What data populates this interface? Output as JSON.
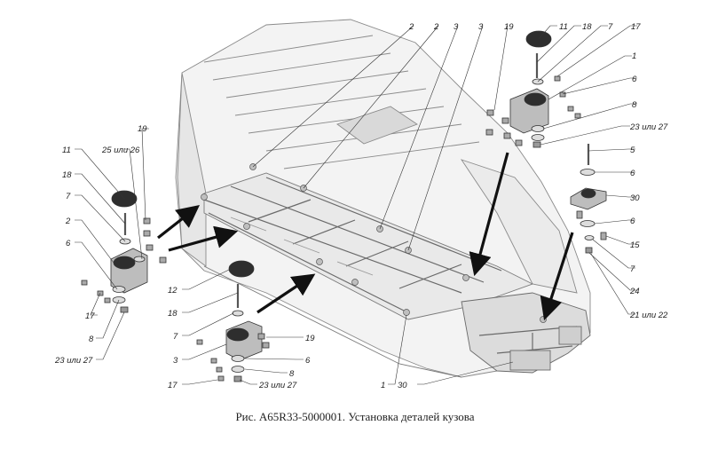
{
  "caption": "Рис. А65R33-5000001. Установка деталей кузова",
  "callouts": [
    {
      "id": "c-2a",
      "text": "2"
    },
    {
      "id": "c-2b",
      "text": "2"
    },
    {
      "id": "c-3a",
      "text": "3"
    },
    {
      "id": "c-3b",
      "text": "3"
    },
    {
      "id": "c-19-top",
      "text": "19"
    },
    {
      "id": "c-11-top",
      "text": "11"
    },
    {
      "id": "c-18-top",
      "text": "18"
    },
    {
      "id": "c-7-top",
      "text": "7"
    },
    {
      "id": "c-17-top",
      "text": "17"
    },
    {
      "id": "c-1-top",
      "text": "1"
    },
    {
      "id": "c-6-top",
      "text": "6"
    },
    {
      "id": "c-8-top",
      "text": "8"
    },
    {
      "id": "c-23-27-top",
      "text": "23 или 27"
    },
    {
      "id": "c-5-right",
      "text": "5"
    },
    {
      "id": "c-6-right-a",
      "text": "6"
    },
    {
      "id": "c-30-right",
      "text": "30"
    },
    {
      "id": "c-6-right-b",
      "text": "6"
    },
    {
      "id": "c-15-right",
      "text": "15"
    },
    {
      "id": "c-7-right",
      "text": "7"
    },
    {
      "id": "c-24-right",
      "text": "24"
    },
    {
      "id": "c-21-22-right",
      "text": "21 или 22"
    },
    {
      "id": "c-19-left",
      "text": "19"
    },
    {
      "id": "c-25-26-left",
      "text": "25 или 26"
    },
    {
      "id": "c-11-left",
      "text": "11"
    },
    {
      "id": "c-18-left",
      "text": "18"
    },
    {
      "id": "c-7-left",
      "text": "7"
    },
    {
      "id": "c-2-left",
      "text": "2"
    },
    {
      "id": "c-6-left",
      "text": "6"
    },
    {
      "id": "c-17-left",
      "text": "17"
    },
    {
      "id": "c-8-left",
      "text": "8"
    },
    {
      "id": "c-23-27-left",
      "text": "23 или 27"
    },
    {
      "id": "c-12-bottom",
      "text": "12"
    },
    {
      "id": "c-18-bottom",
      "text": "18"
    },
    {
      "id": "c-7-bottom",
      "text": "7"
    },
    {
      "id": "c-19-bottom",
      "text": "19"
    },
    {
      "id": "c-3-bottom",
      "text": "3"
    },
    {
      "id": "c-6-bottom",
      "text": "6"
    },
    {
      "id": "c-8-bottom",
      "text": "8"
    },
    {
      "id": "c-17-bottom",
      "text": "17"
    },
    {
      "id": "c-23-27-bottom",
      "text": "23 или 27"
    },
    {
      "id": "c-1-bottom",
      "text": "1"
    },
    {
      "id": "c-30-bottom",
      "text": "30"
    }
  ]
}
